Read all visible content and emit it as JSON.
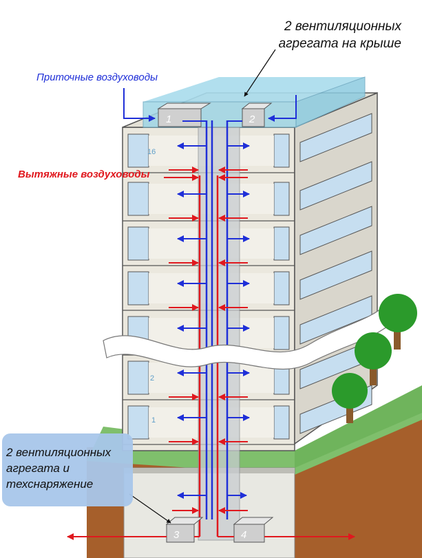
{
  "labels": {
    "roof_units": "2 вентиляционных агрегата на крыше",
    "supply_ducts": "Приточные воздуховоды",
    "exhaust_ducts": "Вытяжные воздуховоды",
    "basement_units": "2 вентиляционных агрегата и техснаряжение"
  },
  "units": [
    "1",
    "2",
    "3",
    "4"
  ],
  "floors": [
    "16",
    "2",
    "1"
  ],
  "colors": {
    "supply": "#1f2fd8",
    "exhaust": "#e0181e",
    "facade": "#ebe8de",
    "window": "#c6def0",
    "grass": "#7fbf6c",
    "soil": "#a65f2b",
    "tree": "#2b9a2b"
  }
}
